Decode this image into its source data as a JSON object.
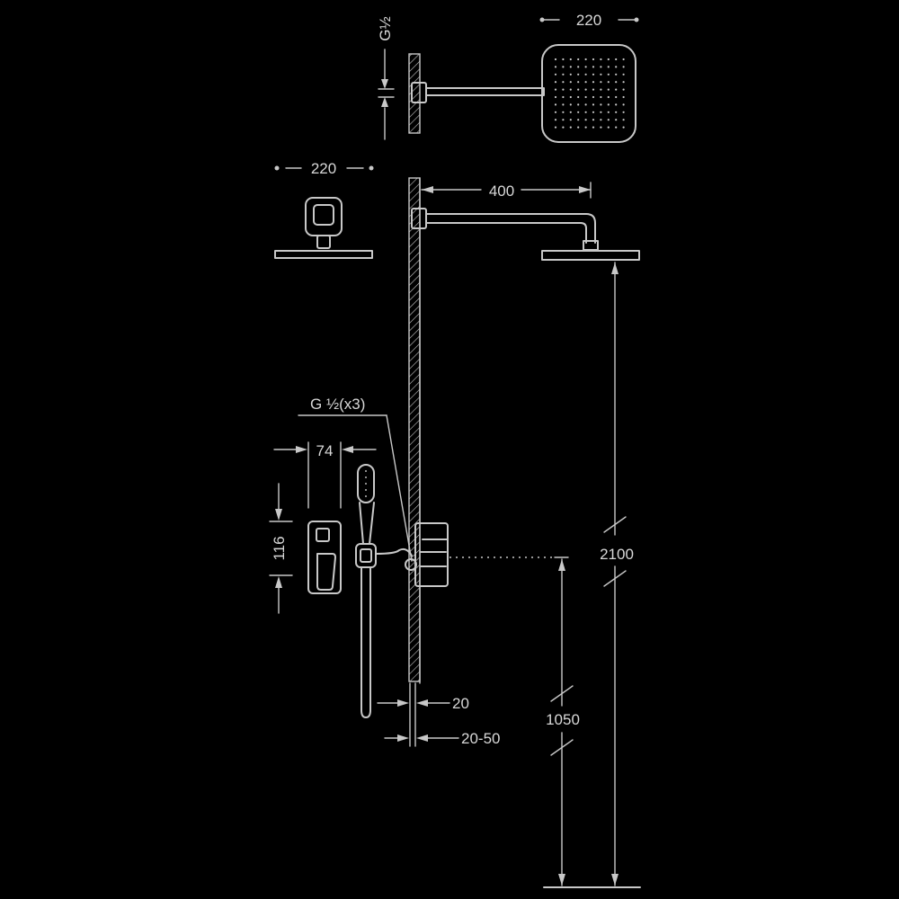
{
  "dimensions": {
    "head_width_top": "220",
    "thread_top": "G½",
    "head_width_side": "220",
    "arm_length": "400",
    "total_height": "2100",
    "thread_outlets": "G ½(x3)",
    "plate_width": "74",
    "plate_height": "116",
    "wall_offset": "20",
    "wall_depth": "20-50",
    "valve_height": "1050"
  },
  "colors": {
    "line": "#c8c8c8",
    "background": "#000000"
  }
}
